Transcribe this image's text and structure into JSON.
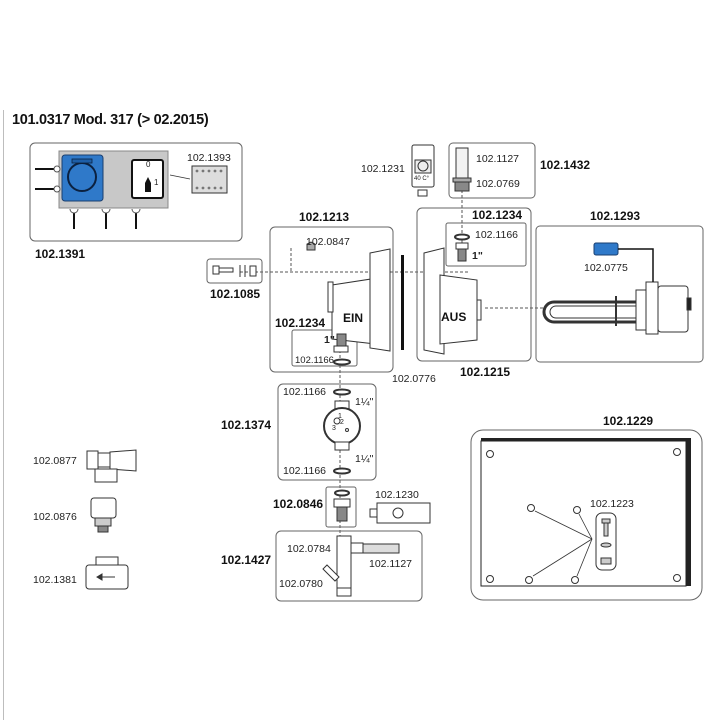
{
  "title": "101.0317 Mod. 317 (> 02.2015)",
  "groups": {
    "control_box": {
      "id": "102.1391",
      "part_relay": "102.1393",
      "switch_labels": [
        "0",
        "1"
      ]
    },
    "thermostat": {
      "id": "102.1231",
      "dial_label": "40 C°"
    },
    "sensor_sleeve": {
      "id": "102.1432",
      "parts": [
        "102.1127",
        "102.0769"
      ]
    },
    "inlet_block": {
      "id": "102.1213",
      "vent": "102.0847",
      "port_label": "EIN"
    },
    "outlet_block": {
      "id": "102.1215",
      "port_label": "AUS"
    },
    "heater": {
      "id": "102.1293",
      "gasket": "102.0775"
    },
    "screws": {
      "id": "102.1085"
    },
    "seal": {
      "id": "102.0776"
    },
    "fitting_top": {
      "id": "102.1234",
      "seal": "102.1166",
      "size": "1\""
    },
    "fitting_inlet": {
      "id": "102.1234",
      "seal": "102.1166",
      "size": "1\""
    },
    "pump": {
      "id": "102.1374",
      "seal_top": "102.1166",
      "seal_bottom": "102.1166",
      "size_top": "1¼\"",
      "size_bottom": "1¼\"",
      "speed_marks": [
        "1",
        "2",
        "3"
      ]
    },
    "adapter": {
      "id": "102.0846"
    },
    "flow_switch": {
      "id": "102.1230"
    },
    "tee_assembly": {
      "id": "102.1427",
      "parts": [
        "102.0784",
        "102.1127",
        "102.0780"
      ]
    },
    "loose_parts": [
      "102.0877",
      "102.0876",
      "102.1381"
    ],
    "cover_plate": {
      "id": "102.1229",
      "fastener": "102.1223"
    }
  },
  "colors": {
    "socket_blue": "#2f79c9",
    "line": "#555555",
    "frame": "#666666",
    "box_grey": "#c8c8c8"
  }
}
